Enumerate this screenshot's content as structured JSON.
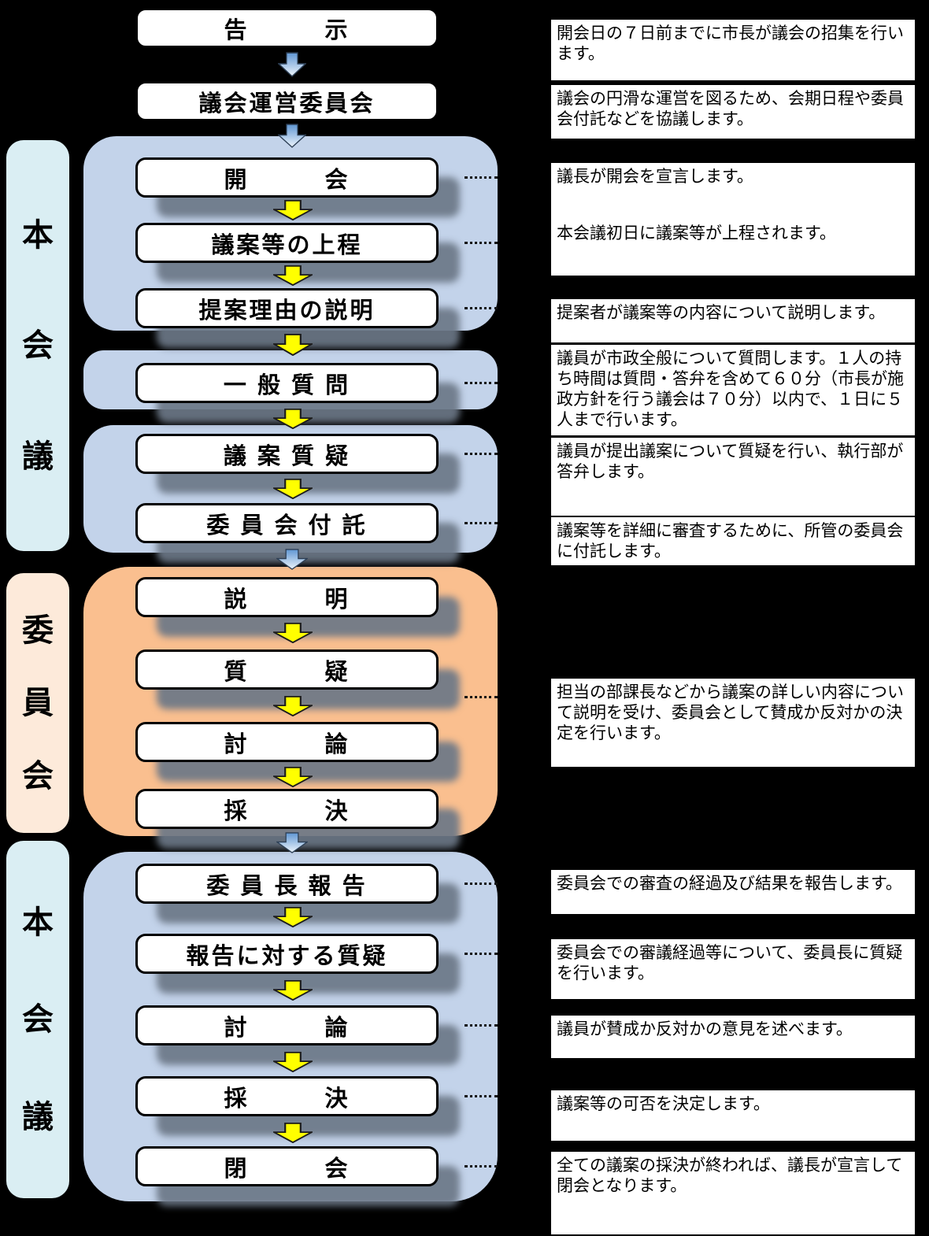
{
  "left_rail": {
    "sections": [
      {
        "label": "本会議"
      },
      {
        "label": "委員会"
      },
      {
        "label": "本会議"
      }
    ]
  },
  "flow": {
    "steps": [
      {
        "label": "告　　　示"
      },
      {
        "label": "議会運営委員会"
      },
      {
        "label": "開　　　会"
      },
      {
        "label": "議案等の上程"
      },
      {
        "label": "提案理由の説明"
      },
      {
        "label": "一 般 質 問"
      },
      {
        "label": "議 案 質 疑"
      },
      {
        "label": "委 員 会 付 託"
      },
      {
        "label": "説　　　明"
      },
      {
        "label": "質　　　疑"
      },
      {
        "label": "討　　　論"
      },
      {
        "label": "採　　　決"
      },
      {
        "label": "委 員 長 報 告"
      },
      {
        "label": "報告に対する質疑"
      },
      {
        "label": "討　　　論"
      },
      {
        "label": "採　　　決"
      },
      {
        "label": "閉　　　会"
      }
    ]
  },
  "descriptions": {
    "items": [
      {
        "text": "開会日の７日前までに市長が議会の招集を行います。"
      },
      {
        "text": "議会の円滑な運営を図るため、会期日程や委員会付託などを協議します。"
      },
      {
        "text": "議長が開会を宣言します。"
      },
      {
        "text": "本会議初日に議案等が上程されます。"
      },
      {
        "text": "提案者が議案等の内容について説明します。"
      },
      {
        "text": "議員が市政全般について質問します。１人の持ち時間は質問・答弁を含めて６０分（市長が施政方針を行う議会は７０分）以内で、１日に５人まで行います。"
      },
      {
        "text": "議員が提出議案について質疑を行い、執行部が答弁します。"
      },
      {
        "text": "議案等を詳細に審査するために、所管の委員会に付託します。"
      },
      {
        "text": "担当の部課長などから議案の詳しい内容について説明を受け、委員会として賛成か反対かの決定を行います。"
      },
      {
        "text": "委員会での審査の経過及び結果を報告します。"
      },
      {
        "text": "委員会での審議経過等について、委員長に質疑を行います。"
      },
      {
        "text": "議員が賛成か反対かの意見を述べます。"
      },
      {
        "text": "議案等の可否を決定します。"
      },
      {
        "text": "全ての議案の採決が終われば、議長が宣言して閉会となります。"
      }
    ]
  },
  "colors": {
    "background": "#000000",
    "container_blue": "#c3d3ea",
    "container_orange": "#fabf8f",
    "rail_aqua": "#daeef3",
    "rail_peach": "#fdeada",
    "step_box": "#ffffff",
    "arrow_yellow": "#ffff00",
    "arrow_blue_top": "#5f96d2",
    "arrow_blue_bottom": "#eef5fc",
    "shadow": "#6b7787"
  }
}
